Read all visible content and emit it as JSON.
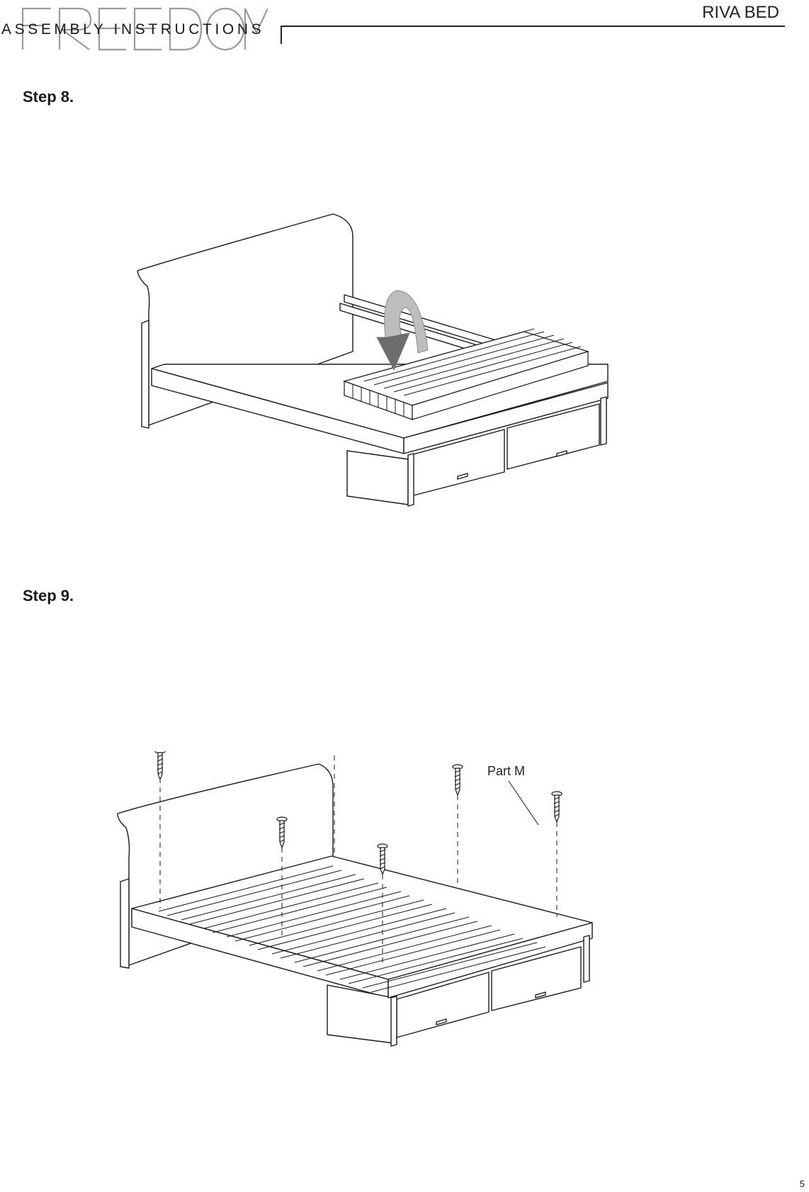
{
  "header": {
    "brand": "FREEDOM",
    "section": "ASSEMBLY INSTRUCTIONS",
    "title": "RIVA BED"
  },
  "steps": [
    {
      "heading": "Step  8."
    },
    {
      "heading": "Step  9.",
      "callout": "Part M"
    }
  ],
  "page_number": "5"
}
